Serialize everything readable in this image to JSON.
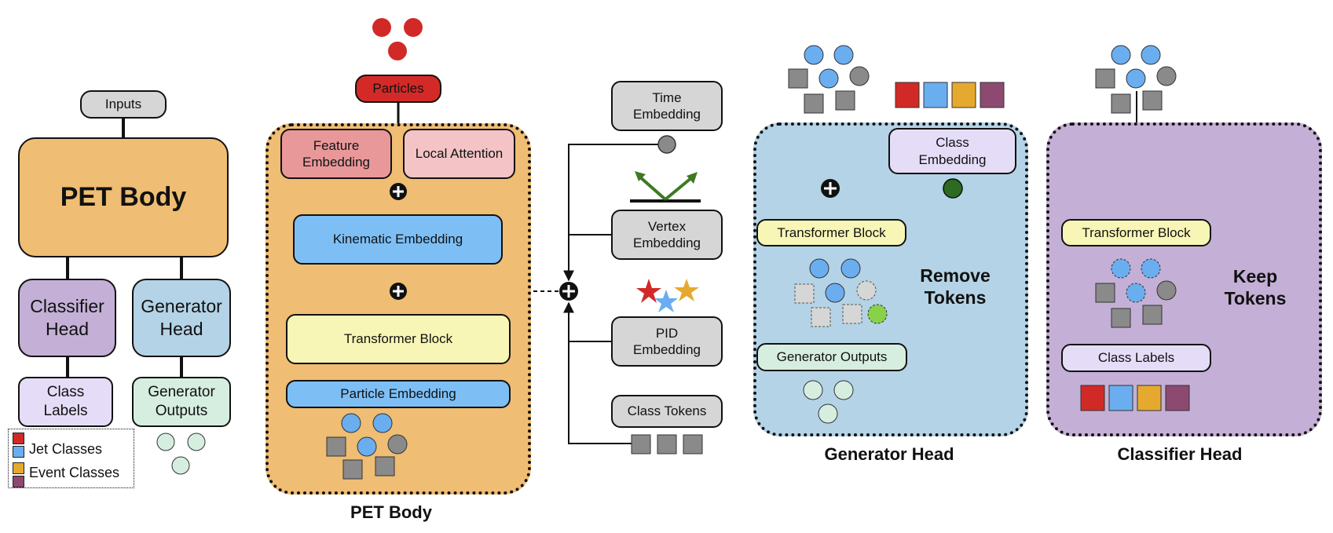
{
  "colors": {
    "red": "#d12a26",
    "blue": "#6aaef0",
    "yellow": "#e6a92f",
    "purple": "#8c4a71",
    "pet_body_fill": "#efbd73",
    "head_classifier_fill": "#c4b0d6",
    "head_generator_fill": "#b4d3e6",
    "particles_fill": "#d42a27",
    "kinematic_fill": "#7dbff5",
    "transformer_fill": "#f8f6b6",
    "class_embedding_fill": "#e5ddf8",
    "generator_outputs_fill": "#d6eee0",
    "token_gray": "#8a8a8a",
    "green_dark": "#2e6b22",
    "green_light": "#88d24a"
  },
  "overview": {
    "inputs": "Inputs",
    "pet_body": "PET Body",
    "classifier_head": "Classifier\nHead",
    "generator_head": "Generator\nHead",
    "class_labels": "Class\nLabels",
    "generator_outputs": "Generator\nOutputs"
  },
  "legend": {
    "jet_classes": "Jet Classes",
    "event_classes": "Event Classes"
  },
  "pet_body": {
    "particles": "Particles",
    "feature_embedding": "Feature\nEmbedding",
    "local_attention": "Local Attention",
    "kinematic_embedding": "Kinematic Embedding",
    "transformer_block": "Transformer Block",
    "particle_embedding": "Particle Embedding",
    "caption": "PET Body"
  },
  "conditioning": {
    "time_embedding": "Time\nEmbedding",
    "vertex_embedding": "Vertex\nEmbedding",
    "pid_embedding": "PID\nEmbedding",
    "class_tokens": "Class Tokens"
  },
  "generator_head": {
    "class_embedding": "Class\nEmbedding",
    "transformer_block": "Transformer Block",
    "remove_tokens": "Remove\nTokens",
    "generator_outputs": "Generator Outputs",
    "caption": "Generator Head"
  },
  "classifier_head": {
    "transformer_block": "Transformer Block",
    "keep_tokens": "Keep\nTokens",
    "class_labels": "Class Labels",
    "caption": "Classifier Head"
  }
}
